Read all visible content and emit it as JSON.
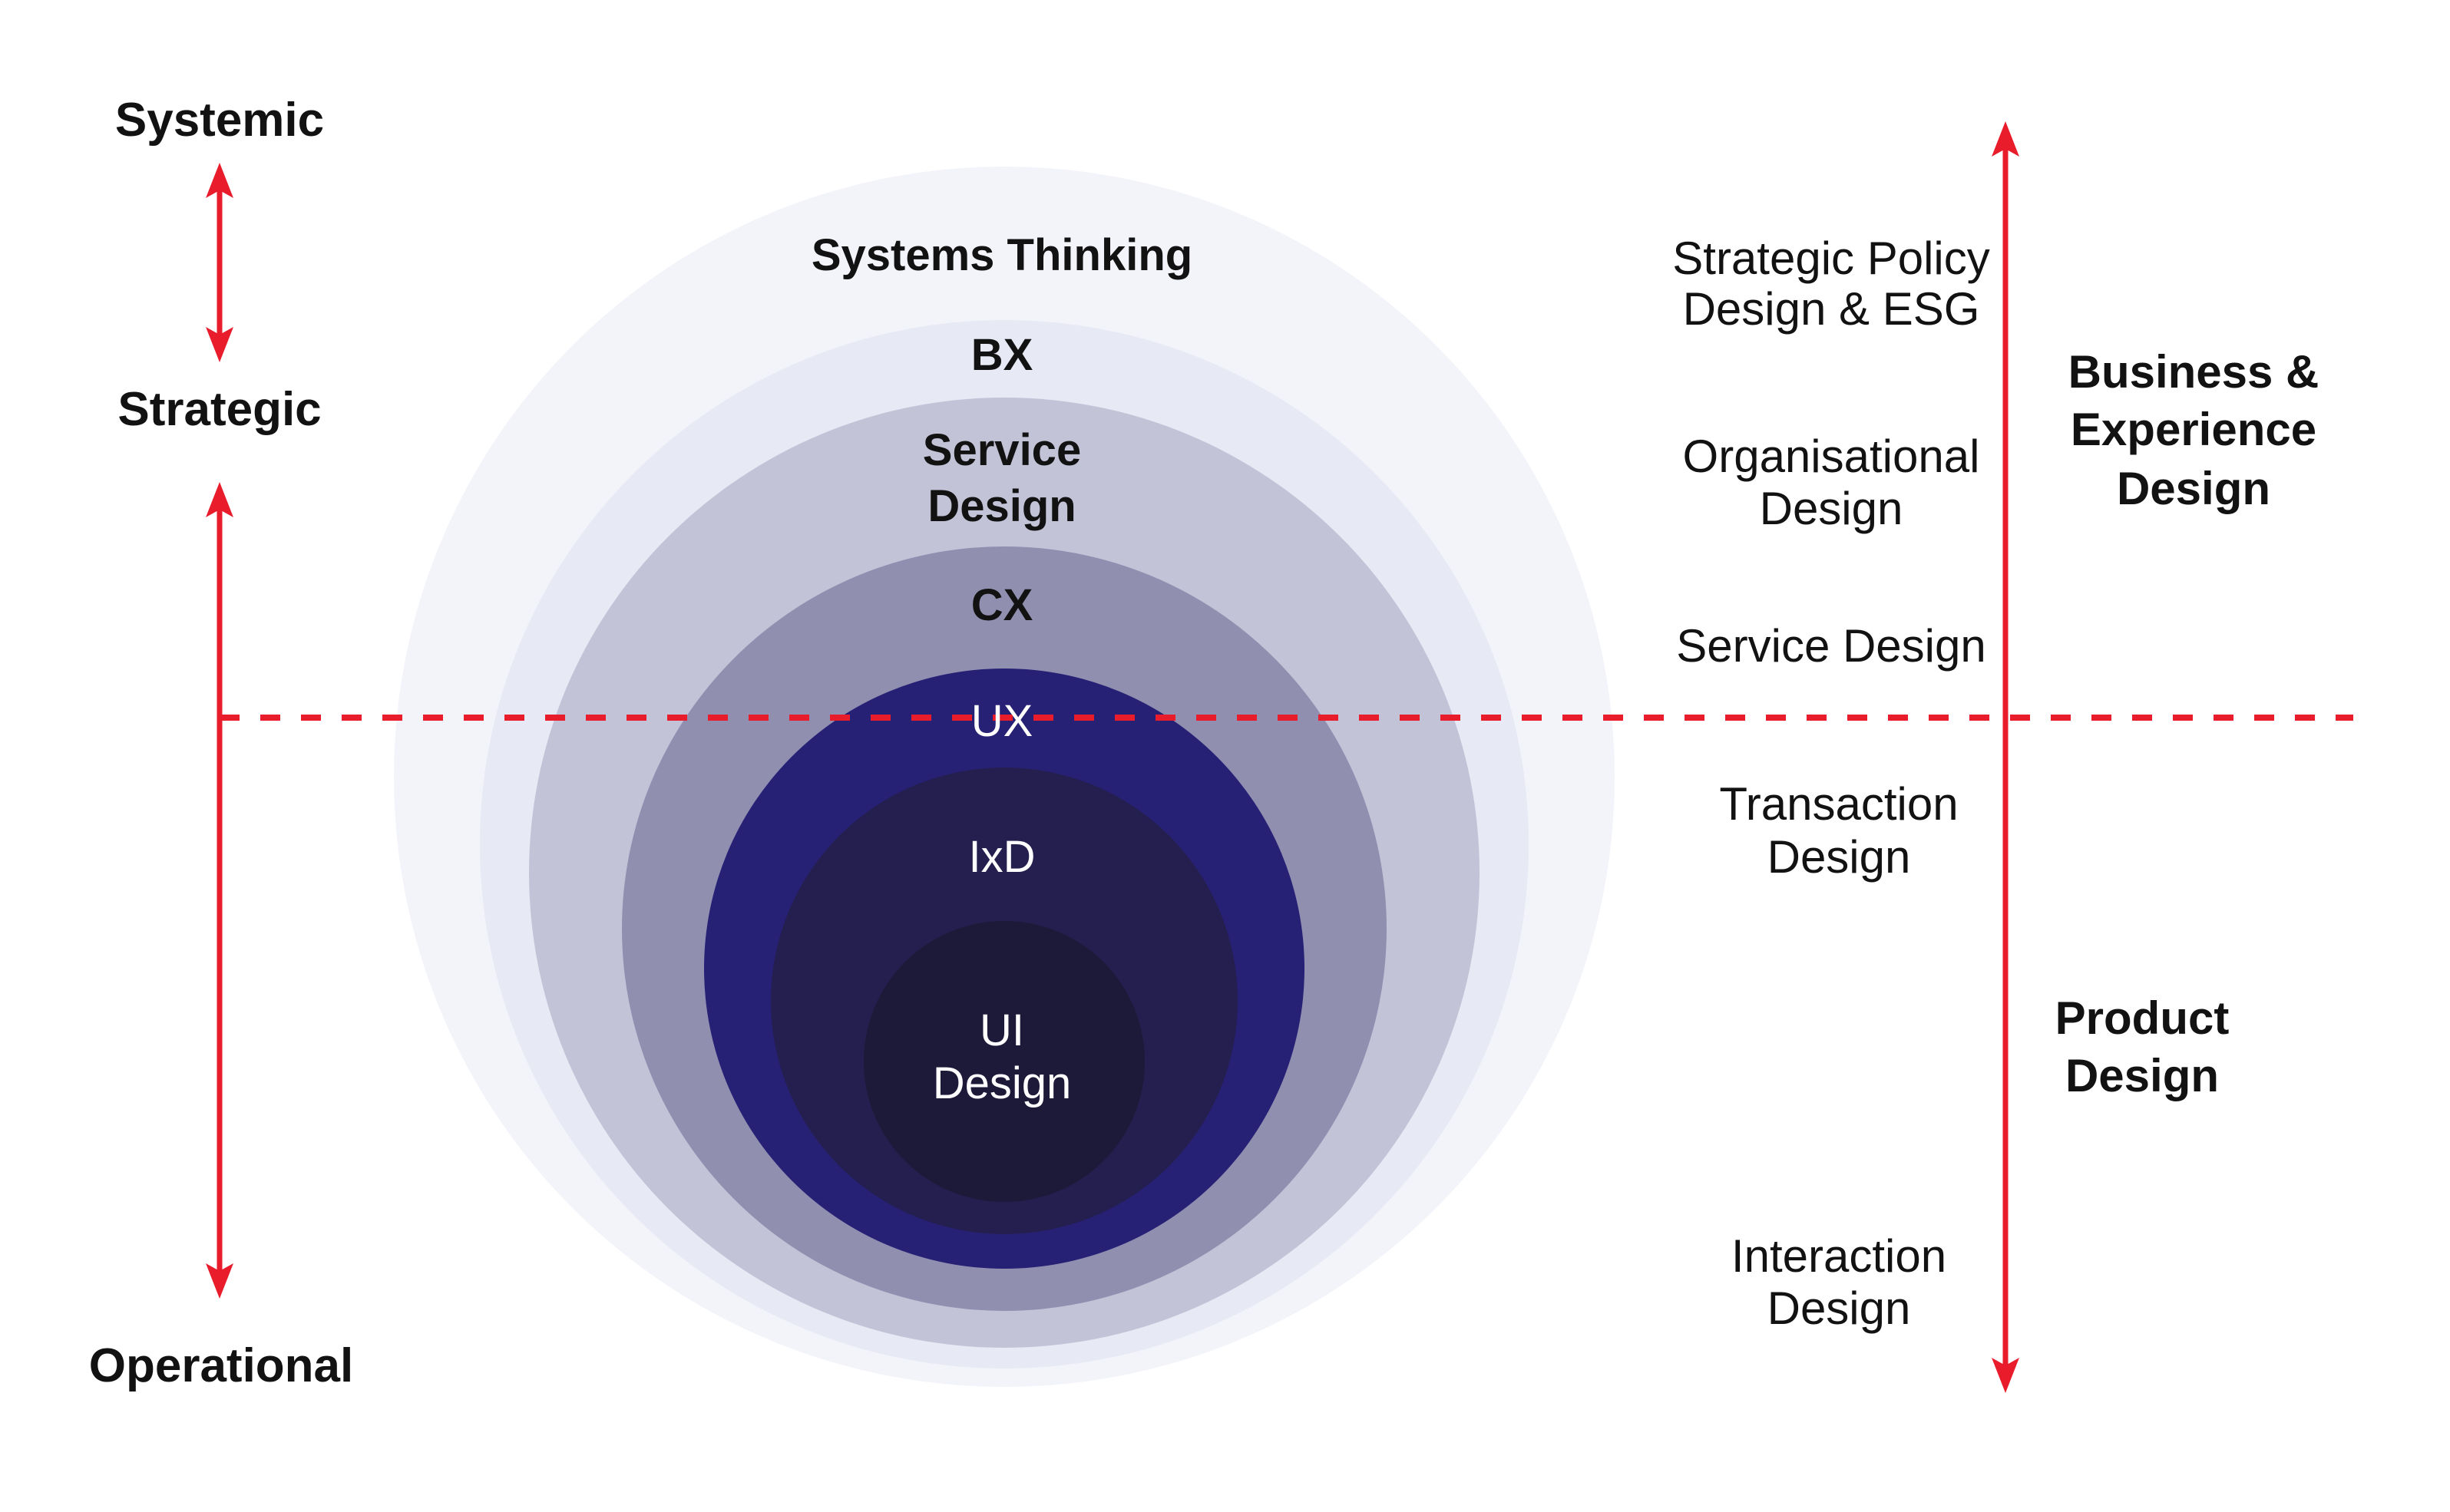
{
  "palette": {
    "red": "#e91c2c",
    "text_dark": "#121212",
    "text_light": "#ffffff",
    "background": "#ffffff",
    "ring_colors": [
      "#f3f4fa",
      "#e7e9f4",
      "#c3c3d8",
      "#918fb0",
      "#262175",
      "#241f4e",
      "#1d1939"
    ]
  },
  "rings": [
    {
      "name": "Systems Thinking",
      "lines": [
        "Systems Thinking"
      ]
    },
    {
      "name": "BX",
      "lines": [
        "BX"
      ]
    },
    {
      "name": "Service Design",
      "lines": [
        "Service",
        "Design"
      ]
    },
    {
      "name": "CX",
      "lines": [
        "CX"
      ]
    },
    {
      "name": "UX",
      "lines": [
        "UX"
      ]
    },
    {
      "name": "IxD",
      "lines": [
        "IxD"
      ]
    },
    {
      "name": "UI Design",
      "lines": [
        "UI",
        "Design"
      ]
    }
  ],
  "left_axis": {
    "top_label": "Systemic",
    "middle_label": "Strategic",
    "bottom_label": "Operational"
  },
  "right_axis": {
    "discipline_labels": [
      {
        "name": "strategic-policy-design-esg",
        "lines": [
          "Strategic Policy",
          "Design & ESG"
        ]
      },
      {
        "name": "organisational-design",
        "lines": [
          "Organisational",
          "Design"
        ]
      },
      {
        "name": "service-design",
        "lines": [
          "Service Design"
        ]
      },
      {
        "name": "transaction-design",
        "lines": [
          "Transaction",
          "Design"
        ]
      },
      {
        "name": "interaction-design",
        "lines": [
          "Interaction",
          "Design"
        ]
      }
    ],
    "category_labels": [
      {
        "name": "business-experience-design",
        "lines": [
          "Business &",
          "Experience",
          "Design"
        ]
      },
      {
        "name": "product-design",
        "lines": [
          "Product",
          "Design"
        ]
      }
    ]
  }
}
